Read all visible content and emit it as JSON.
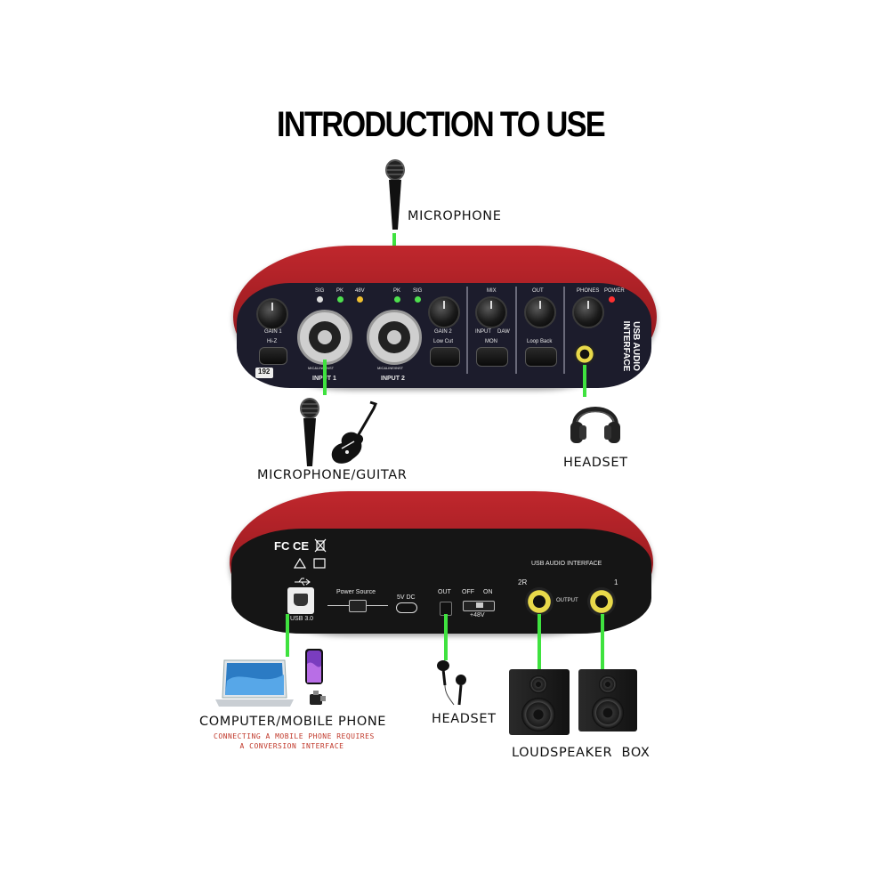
{
  "title": "INTRODUCTION TO USE",
  "labels": {
    "microphone_top": "MICROPHONE",
    "mic_guitar": "MICROPHONE/GUITAR",
    "headset_front": "HEADSET",
    "computer_phone": "COMPUTER/MOBILE PHONE",
    "note_line1": "CONNECTING A MOBILE PHONE REQUIRES",
    "note_line2": "A CONVERSION INTERFACE",
    "headset_rear": "HEADSET",
    "speaker_box": "LOUDSPEAKER  BOX"
  },
  "front_panel": {
    "sig": "SIG",
    "pk": "PK",
    "v48": "48V",
    "gain1": "GAIN 1",
    "hiz": "Hi-Z",
    "input1": "INPUT 1",
    "input2": "INPUT 2",
    "gain2": "GAIN 2",
    "low_cut": "Low Cut",
    "mix": "MIX",
    "mix_input": "INPUT",
    "mix_daw": "DAW",
    "mon": "MON",
    "out": "OUT",
    "loop_back": "Loop Back",
    "phones": "PHONES",
    "power": "POWER",
    "brand_line1": "USB AUDIO",
    "brand_line2": "INTERFACE",
    "model": "192",
    "combo_note": "MIC&LINE/INST"
  },
  "rear_panel": {
    "certs": "FC CE",
    "usb": "USB 3.0",
    "power_source": "Power Source",
    "dc": "5V DC",
    "out": "OUT",
    "off": "OFF",
    "on": "ON",
    "v48": "+48V",
    "title": "USB AUDIO INTERFACE",
    "r2": "2R",
    "l1": "1",
    "output": "OUTPUT"
  },
  "colors": {
    "device_red": "#b3232a",
    "connector_line": "#3fe23f",
    "note_red": "#c0392b"
  }
}
